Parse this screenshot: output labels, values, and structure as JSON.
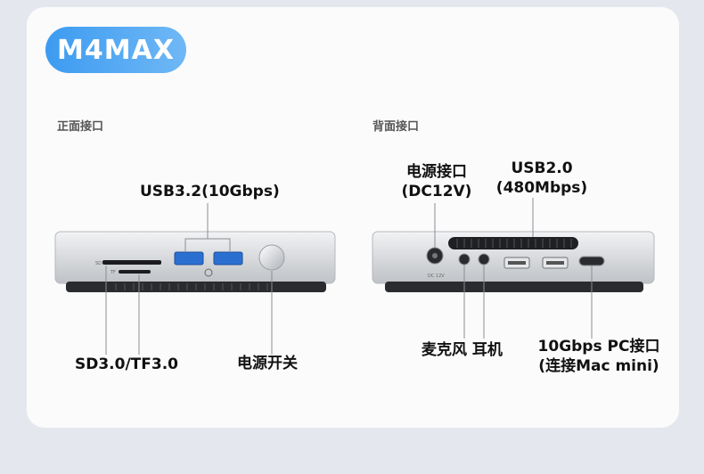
{
  "brand": "M4MAX",
  "front": {
    "section_label": "正面接口",
    "usb_label": "USB3.2(10Gbps)",
    "sd_label": "SD3.0/TF3.0",
    "power_label": "电源开关",
    "tiny_sd": "SD",
    "tiny_tf": "TF"
  },
  "back": {
    "section_label": "背面接口",
    "power_port_line1": "电源接口",
    "power_port_line2": "(DC12V)",
    "usb2_line1": "USB2.0",
    "usb2_line2": "(480Mbps)",
    "mic_earphone": "麦克风 耳机",
    "pc_port_line1": "10Gbps  PC接口",
    "pc_port_line2": "(连接Mac mini)",
    "tiny_dc": "DC 12V"
  }
}
